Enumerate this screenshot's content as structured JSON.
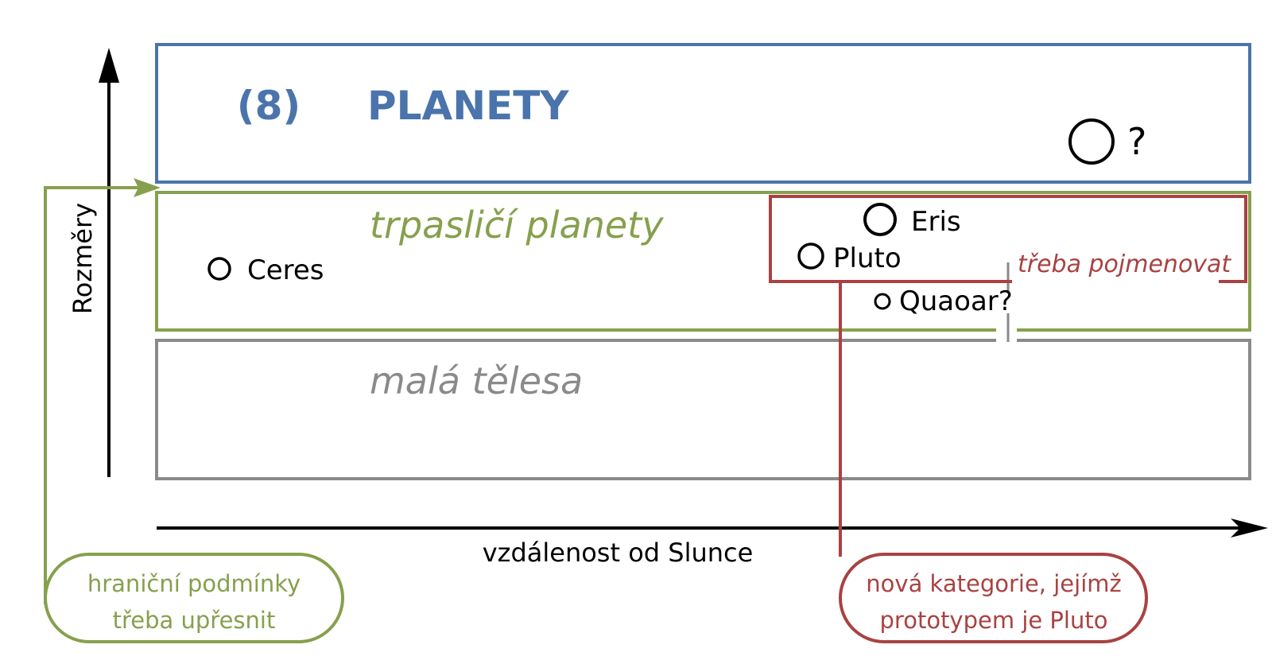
{
  "colors": {
    "planets": "#4a74ab",
    "dwarf": "#86a04d",
    "small": "#8a8a8a",
    "pluto_class": "#a94242",
    "axis": "#000000"
  },
  "planets": {
    "count": "(8)",
    "title": "PLANETY",
    "unknown_label": "?"
  },
  "dwarf_planets": {
    "title": "trpasličí planety"
  },
  "small_bodies": {
    "title": "malá tělesa"
  },
  "bodies": {
    "ceres": "Ceres",
    "eris": "Eris",
    "pluto": "Pluto",
    "quaoar": "Quaoar?"
  },
  "axes": {
    "y_label": "Rozměry",
    "x_label": "vzdálenost od Slunce"
  },
  "notes": {
    "naming": "třeba pojmenovat",
    "boundary_line1": "hraniční podmínky",
    "boundary_line2": "třeba upřesnit",
    "category_line1": "nová kategorie, jejímž",
    "category_line2": "prototypem je Pluto"
  }
}
